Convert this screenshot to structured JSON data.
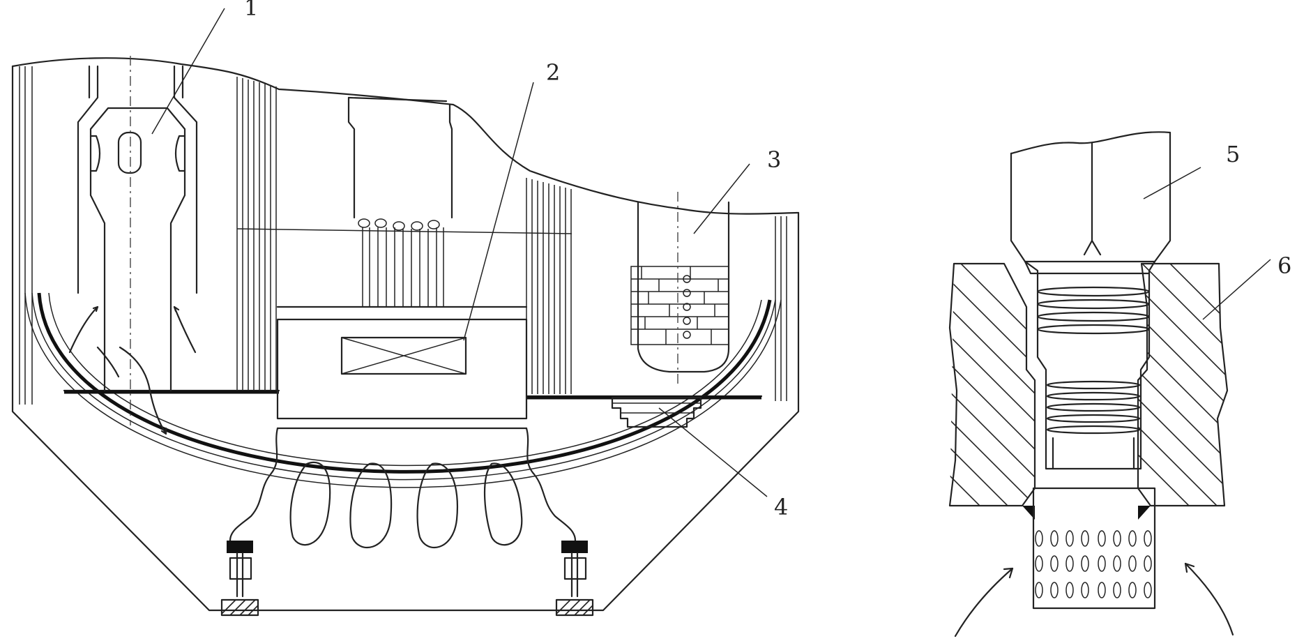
{
  "figure": {
    "labels": {
      "l1": "1",
      "l2": "2",
      "l3": "3",
      "l4": "4",
      "l5": "5",
      "l6": "6"
    }
  }
}
